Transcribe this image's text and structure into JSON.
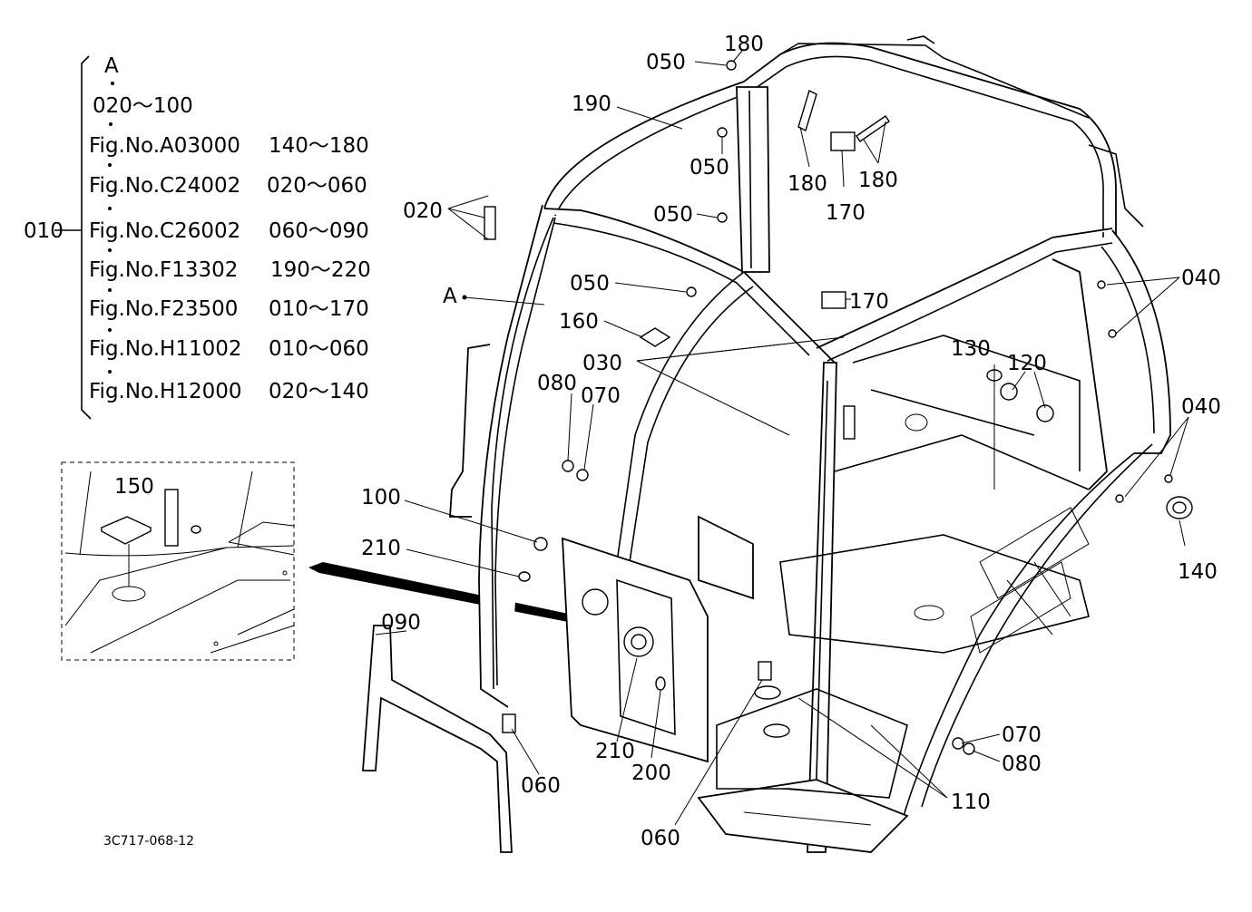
{
  "legend": {
    "marker_top": "A",
    "range_top": "020～100",
    "group_label": "010",
    "references": [
      {
        "fig": "Fig.No.A03000",
        "range": "140～180"
      },
      {
        "fig": "Fig.No.C24002",
        "range": "020～060"
      },
      {
        "fig": "Fig.No.C26002",
        "range": "060～090"
      },
      {
        "fig": "Fig.No.F13302",
        "range": "190～220"
      },
      {
        "fig": "Fig.No.F23500",
        "range": "010～170"
      },
      {
        "fig": "Fig.No.H11002",
        "range": "010～060"
      },
      {
        "fig": "Fig.No.H12000",
        "range": "020～140"
      }
    ]
  },
  "callouts": {
    "c180_top": "180",
    "c050_top": "050",
    "c190": "190",
    "c050_b": "050",
    "c180_a": "180",
    "c180_b": "180",
    "c170_a": "170",
    "c020": "020",
    "c050_c": "050",
    "c050_d": "050",
    "c170_b": "170",
    "c040_a": "040",
    "cA": "A",
    "c160": "160",
    "c030": "030",
    "c130": "130",
    "c120": "120",
    "c080_a": "080",
    "c070_a": "070",
    "c040_b": "040",
    "c150": "150",
    "c100": "100",
    "c210_a": "210",
    "c140": "140",
    "c090": "090",
    "c210_b": "210",
    "c200": "200",
    "c060_a": "060",
    "c070_b": "070",
    "c080_b": "080",
    "c110": "110",
    "c060_b": "060"
  },
  "drawing_code": "3C717-068-12"
}
